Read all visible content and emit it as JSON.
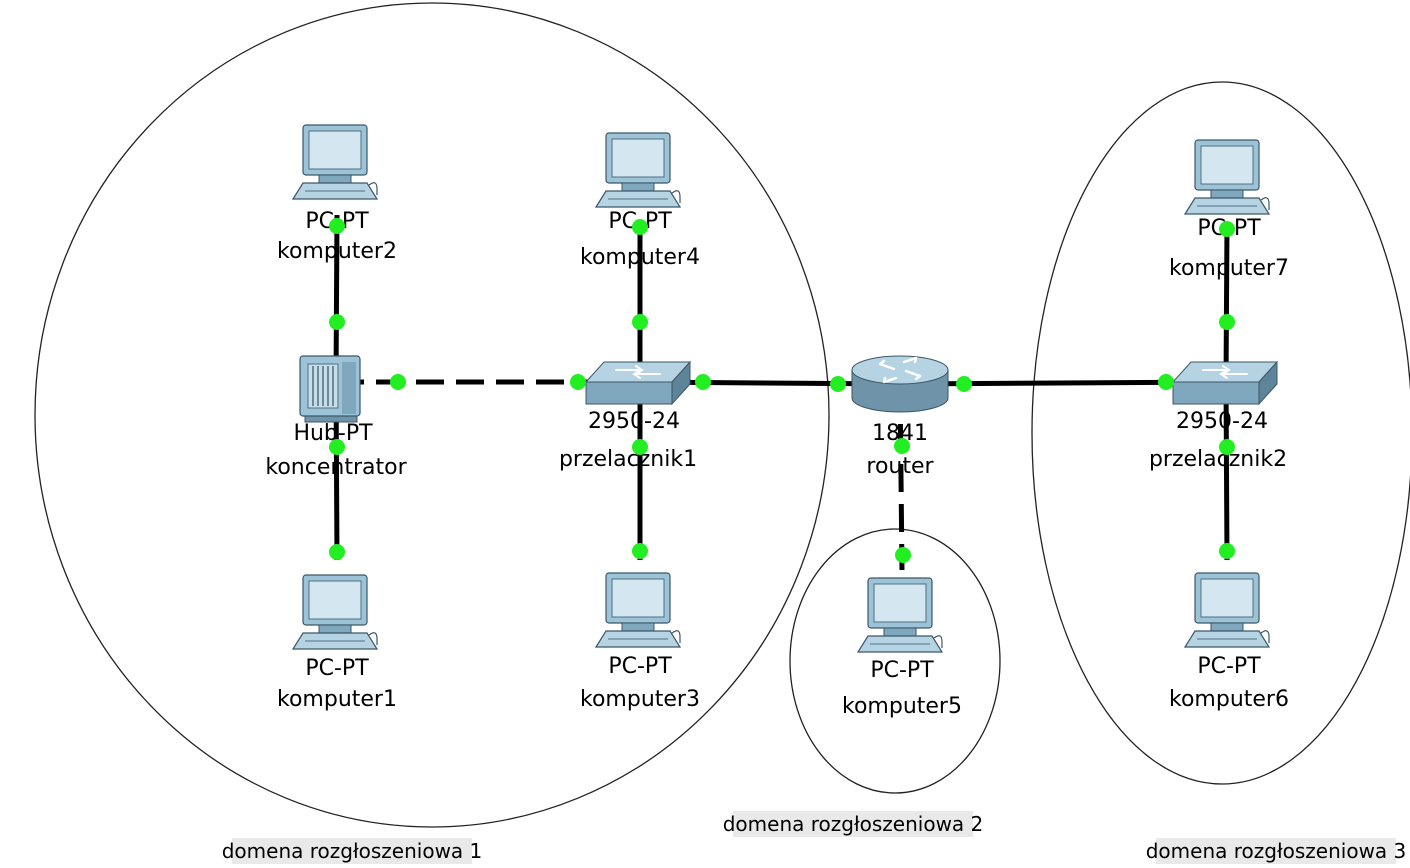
{
  "domains": [
    {
      "id": "d1",
      "label": "domena rozgłoszeniowa 1"
    },
    {
      "id": "d2",
      "label": "domena rozgłoszeniowa 2"
    },
    {
      "id": "d3",
      "label": "domena rozgłoszeniowa 3"
    }
  ],
  "devices": [
    {
      "id": "komputer2",
      "type": "pc",
      "model": "PC-PT",
      "name": "komputer2"
    },
    {
      "id": "komputer1",
      "type": "pc",
      "model": "PC-PT",
      "name": "komputer1"
    },
    {
      "id": "koncentrator",
      "type": "hub",
      "model": "Hub-PT",
      "name": "koncentrator"
    },
    {
      "id": "komputer4",
      "type": "pc",
      "model": "PC-PT",
      "name": "komputer4"
    },
    {
      "id": "komputer3",
      "type": "pc",
      "model": "PC-PT",
      "name": "komputer3"
    },
    {
      "id": "przelacznik1",
      "type": "switch",
      "model": "2950-24",
      "name": "przelacznik1"
    },
    {
      "id": "router",
      "type": "router",
      "model": "1841",
      "name": "router"
    },
    {
      "id": "komputer5",
      "type": "pc",
      "model": "PC-PT",
      "name": "komputer5"
    },
    {
      "id": "komputer7",
      "type": "pc",
      "model": "PC-PT",
      "name": "komputer7"
    },
    {
      "id": "komputer6",
      "type": "pc",
      "model": "PC-PT",
      "name": "komputer6"
    },
    {
      "id": "przelacznik2",
      "type": "switch",
      "model": "2950-24",
      "name": "przelacznik2"
    }
  ],
  "links": [
    {
      "from": "komputer2",
      "to": "koncentrator",
      "style": "solid"
    },
    {
      "from": "koncentrator",
      "to": "komputer1",
      "style": "solid"
    },
    {
      "from": "koncentrator",
      "to": "przelacznik1",
      "style": "dashed"
    },
    {
      "from": "komputer4",
      "to": "przelacznik1",
      "style": "solid"
    },
    {
      "from": "przelacznik1",
      "to": "komputer3",
      "style": "solid"
    },
    {
      "from": "przelacznik1",
      "to": "router",
      "style": "solid"
    },
    {
      "from": "router",
      "to": "komputer5",
      "style": "dashed"
    },
    {
      "from": "router",
      "to": "przelacznik2",
      "style": "solid"
    },
    {
      "from": "komputer7",
      "to": "przelacznik2",
      "style": "solid"
    },
    {
      "from": "przelacznik2",
      "to": "komputer6",
      "style": "solid"
    }
  ],
  "colors": {
    "link_status": "#22ee22",
    "link": "#000000",
    "device": "#9cc3d8"
  }
}
